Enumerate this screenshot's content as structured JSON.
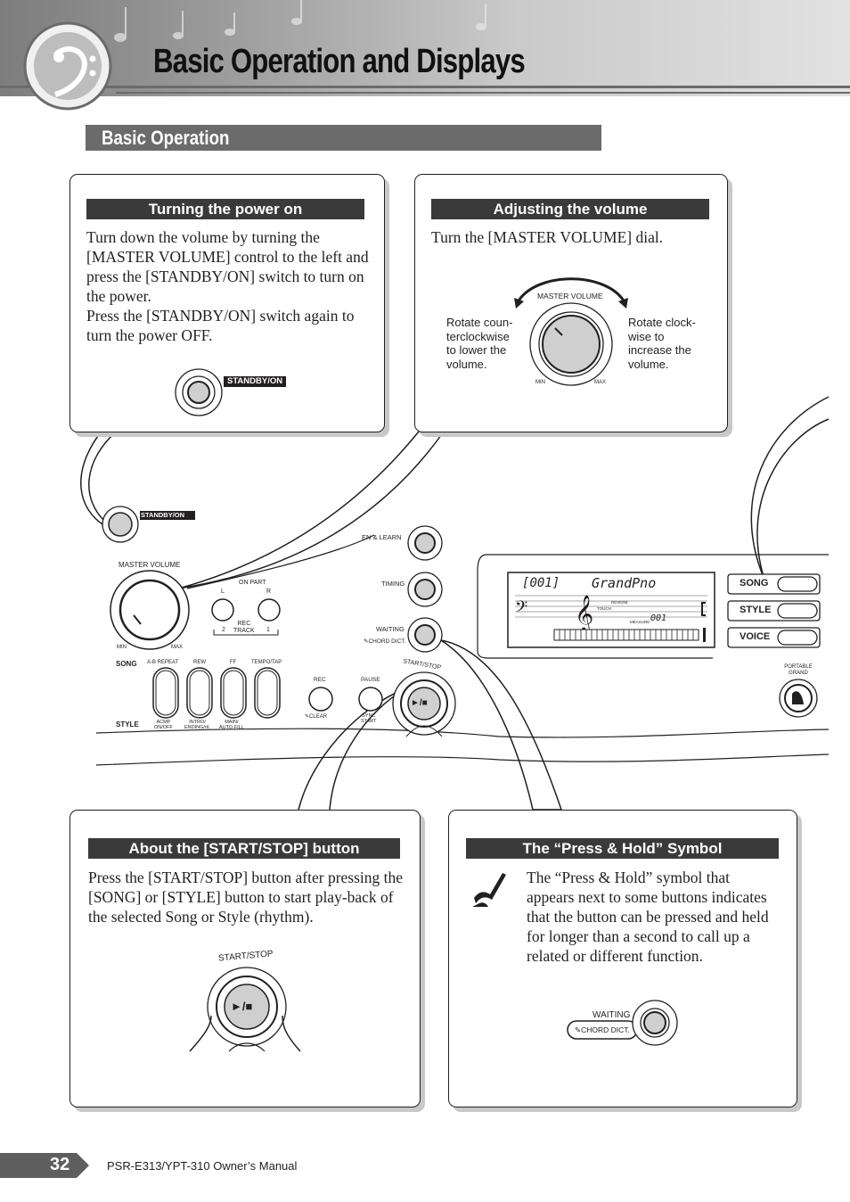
{
  "header": {
    "title": "Basic Operation and Displays"
  },
  "section": {
    "title": "Basic Operation"
  },
  "power": {
    "heading": "Turning the power on",
    "body": "Turn down the volume by turning the [MASTER VOLUME] control to the left and press the [STANDBY/ON] switch to turn on the power.\nPress the [STANDBY/ON] switch again to turn the power OFF.",
    "switch_label": "STANDBY/ON"
  },
  "volume": {
    "heading": "Adjusting the volume",
    "body": "Turn the [MASTER VOLUME] dial.",
    "dial_label": "MASTER VOLUME",
    "left_note": "Rotate coun-\nterclockwise\nto lower the\nvolume.",
    "right_note": "Rotate clock-\nwise to\nincrease the\nvolume.",
    "min": "MIN",
    "max": "MAX"
  },
  "panel": {
    "standby": "STANDBY/ON",
    "master_volume": "MASTER VOLUME",
    "min": "MIN",
    "max": "MAX",
    "listen": "EN & LEARN",
    "timing": "TIMING",
    "waiting": "WAITING",
    "chord_dict": "CHORD DICT.",
    "part": "ON PART",
    "l": "L",
    "r": "R",
    "rec_track": "REC\nTRACK",
    "track_2": "2",
    "track_1": "1",
    "song": "SONG",
    "style": "STYLE",
    "ab_repeat": "A-B REPEAT",
    "rew": "REW",
    "ff": "FF",
    "tempo_tap": "TEMPO/TAP",
    "acmp": "ACMP\nON/OFF",
    "intro": "INTRO/\nENDING/rit.",
    "main": "MAIN/\nAUTO FILL",
    "rec": "REC",
    "pause": "PAUSE",
    "clear": "CLEAR",
    "sync_start": "SYNC\nSTART",
    "start_stop": "START/STOP",
    "lcd_number": "001",
    "lcd_voice": "GrandPno",
    "lcd_reverb": "REVERB",
    "lcd_touch": "TOUCH",
    "lcd_measure": "MEASURE",
    "lcd_measure_val": "001",
    "btn_song": "SONG",
    "btn_style": "STYLE",
    "btn_voice": "VOICE",
    "portable_grand": "PORTABLE\nGRAND"
  },
  "startstop": {
    "heading": "About the [START/STOP] button",
    "body": "Press the [START/STOP] button after pressing the [SONG] or [STYLE] button to start play-back of the selected Song or Style (rhythm).",
    "label": "START/STOP"
  },
  "presshold": {
    "heading": "The “Press & Hold” Symbol",
    "body": "The “Press & Hold” symbol that appears next to some buttons indicates that the button can be pressed and held for longer than a second to call up a related or different function.",
    "waiting": "WAITING",
    "chord_dict": "CHORD DICT."
  },
  "footer": {
    "page": "32",
    "manual": "PSR-E313/YPT-310   Owner’s Manual"
  }
}
